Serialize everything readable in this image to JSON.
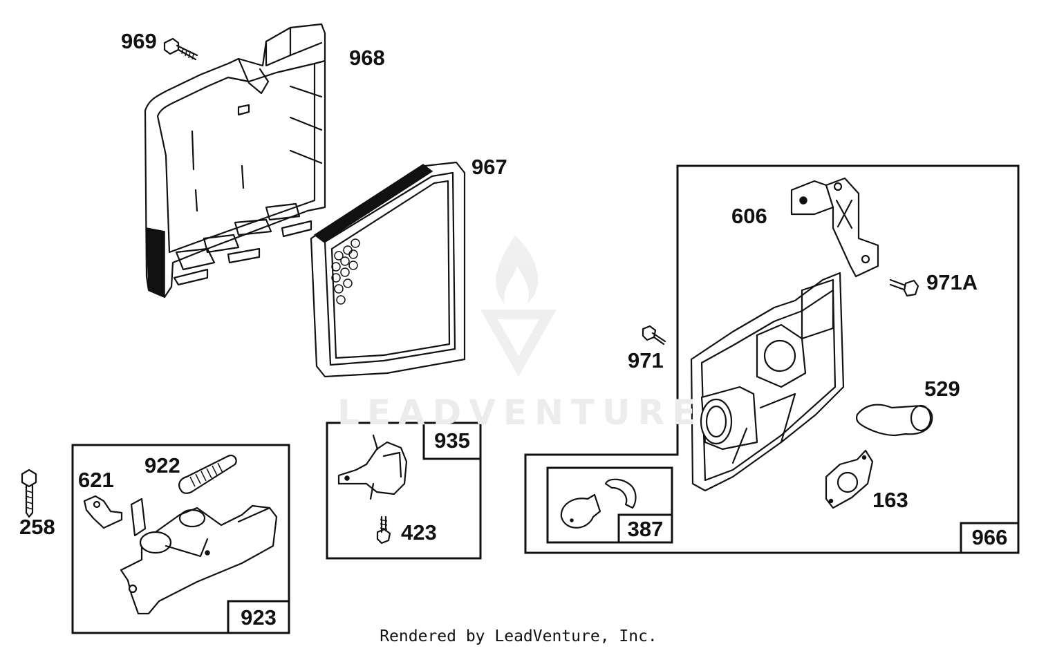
{
  "watermark": "LEADVENTURE",
  "footer": "Rendered by LeadVenture, Inc.",
  "callouts": {
    "p969": "969",
    "p968": "968",
    "p967": "967",
    "p606": "606",
    "p971A": "971A",
    "p971": "971",
    "p529": "529",
    "p163": "163",
    "p258": "258",
    "p621": "621",
    "p922": "922",
    "p423": "423"
  },
  "boxes": {
    "b935": "935",
    "b923": "923",
    "b387": "387",
    "b966": "966"
  }
}
